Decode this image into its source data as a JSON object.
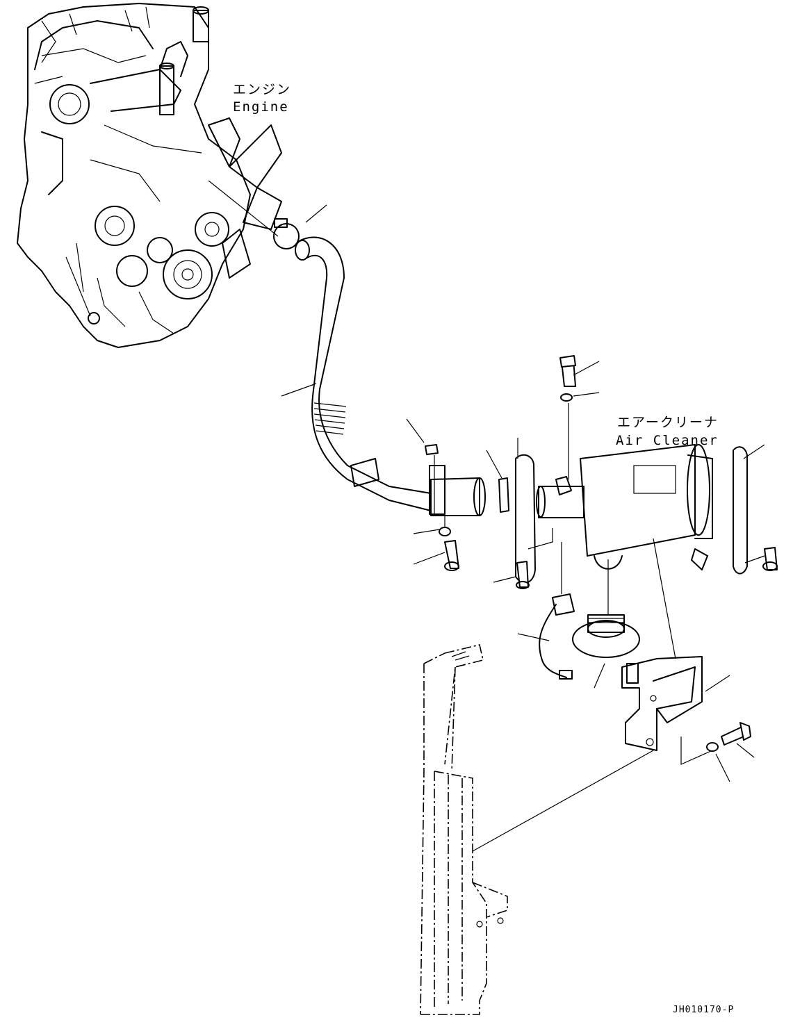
{
  "labels": {
    "engine_jp": "エンジン",
    "engine_en": "Engine",
    "air_cleaner_jp": "エアークリーナ",
    "air_cleaner_en": "Air Cleaner"
  },
  "drawing_code": "JH010170-P"
}
